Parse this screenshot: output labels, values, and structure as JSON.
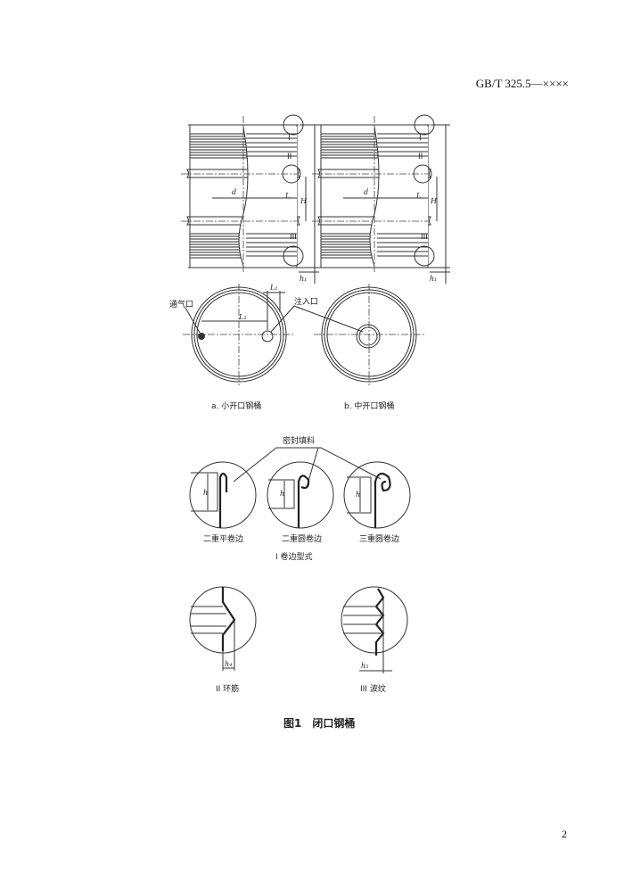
{
  "header": {
    "standard_number": "GB/T 325.5—××××"
  },
  "figure": {
    "drum_a_caption": "a. 小开口钢桶",
    "drum_b_caption": "b. 中开口钢桶",
    "vent_label": "通气口",
    "fill_port_label": "注入口",
    "dim_labels": {
      "d": "d",
      "L": "L",
      "H": "H",
      "h1": "h₁",
      "L1": "L₁",
      "L2": "L₂",
      "h": "h",
      "h4": "h₄",
      "h5": "h₅"
    },
    "detail_markers": [
      "I",
      "II",
      "III"
    ],
    "seal_label": "密封填料",
    "seam_types": [
      "二重平卷边",
      "二重圆卷边",
      "三重圆卷边"
    ],
    "seam_group_caption": "I 卷边型式",
    "rib_caption": "II 环筋",
    "corrugation_caption": "III 波纹",
    "title": "图1　闭口钢桶"
  },
  "footer": {
    "page_number": "2"
  }
}
